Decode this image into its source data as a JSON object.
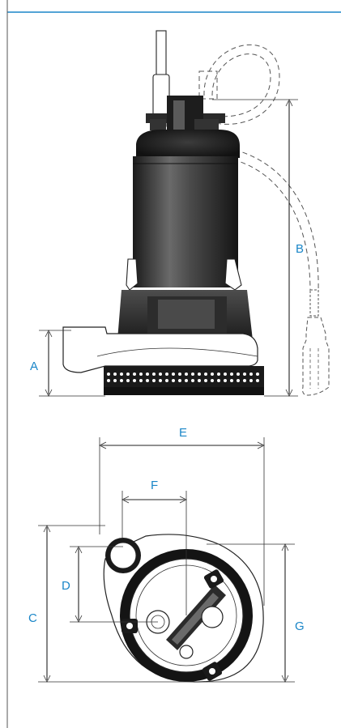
{
  "colors": {
    "accent": "#1a86c8",
    "line": "#222222",
    "body_dark": "#1f1f1f",
    "body_mid": "#3a3a3a",
    "body_light": "#6f6f6f"
  },
  "labels": {
    "A": "A",
    "B": "B",
    "C": "C",
    "D": "D",
    "E": "E",
    "F": "F",
    "G": "G"
  }
}
